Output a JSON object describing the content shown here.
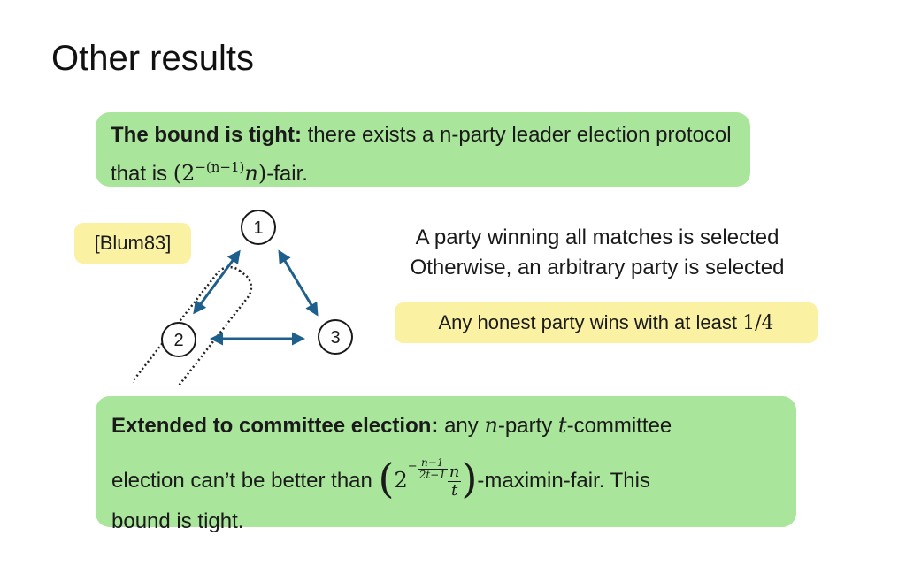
{
  "slide": {
    "title": "Other results"
  },
  "box_tight": {
    "bold": "The bound is tight:",
    "text_before": " there exists a n-party leader election protocol that is ",
    "math_base": "(2",
    "math_exp": "−(n−1)",
    "math_after": "n)",
    "text_after": "-fair."
  },
  "citation": "[Blum83]",
  "diagram": {
    "node1": "1",
    "node2": "2",
    "node3": "3"
  },
  "description": {
    "line1": "A party winning all matches is selected",
    "line2": "Otherwise, an arbitrary party is selected"
  },
  "honest": {
    "text": "Any honest party wins with at least ",
    "fraction": "1/4"
  },
  "box_committee": {
    "bold": "Extended to committee election:",
    "t1": " any ",
    "n_var": "n",
    "t2": "-party ",
    "t_var": "t",
    "t3": "-committee",
    "line2_start": "election can’t be better than ",
    "paren_open": "(",
    "base": "2",
    "minus": "−",
    "exp_num": "n−1",
    "exp_den": "2t−1",
    "frac_num": "n",
    "frac_den": "t",
    "paren_close": ")",
    "line2_end": "-maximin-fair. This",
    "line3": "bound is tight."
  },
  "colors": {
    "green_box": "#a9e59a",
    "yellow_box": "#fbf1a3",
    "arrow": "#1f5f8b"
  }
}
